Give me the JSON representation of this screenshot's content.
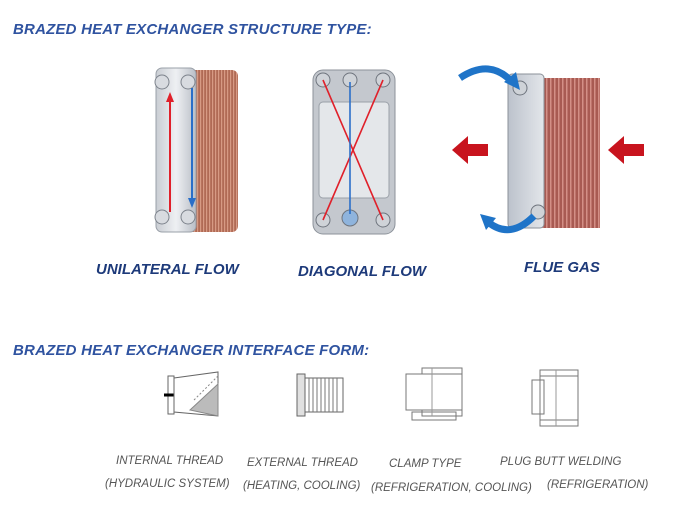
{
  "structure": {
    "heading": "BRAZED HEAT EXCHANGER STRUCTURE TYPE:",
    "items": [
      {
        "label": "UNILATERAL FLOW"
      },
      {
        "label": "DIAGONAL FLOW"
      },
      {
        "label": "FLUE GAS"
      }
    ]
  },
  "interface": {
    "heading": "BRAZED HEAT EXCHANGER INTERFACE FORM:",
    "items": [
      {
        "name": "INTERNAL THREAD",
        "use": "(HYDRAULIC SYSTEM)"
      },
      {
        "name": "EXTERNAL THREAD",
        "use": "(HEATING, COOLING)"
      },
      {
        "name": "CLAMP TYPE",
        "use": "(REFRIGERATION, COOLING)"
      },
      {
        "name": "PLUG BUTT WELDING",
        "use": "(REFRIGERATION)"
      }
    ]
  },
  "colors": {
    "heading": "#2f53a0",
    "flow_hot": "#e0202a",
    "flow_cold": "#2a6fc9",
    "plate_copper": "#b06a55",
    "arrow_red": "#c8141e",
    "arrow_blue": "#1f74c8"
  }
}
